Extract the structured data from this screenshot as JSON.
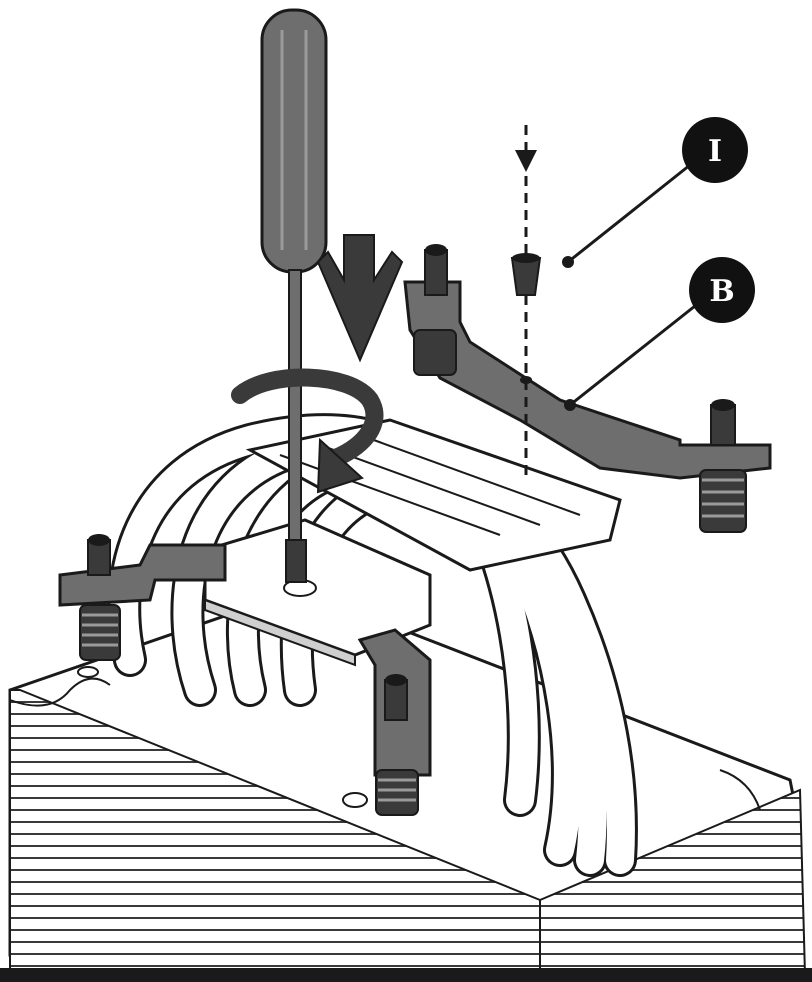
{
  "callouts": [
    {
      "id": "I",
      "label": "I",
      "target": "screw-insert"
    },
    {
      "id": "B",
      "label": "B",
      "target": "mounting-bar"
    }
  ],
  "colors": {
    "ink": "#1a1a1a",
    "dark_fill": "#3a3a3a",
    "mid_fill": "#6e6e6e",
    "light_fill": "#f4f4f4",
    "callout_bg": "#111111"
  },
  "icons": {
    "screwdriver": "screwdriver-icon",
    "down_arrow": "push-down-arrow-icon",
    "rotate_arrow": "rotate-clockwise-arrow-icon",
    "dashed_arrow": "insert-direction-arrow-icon"
  }
}
